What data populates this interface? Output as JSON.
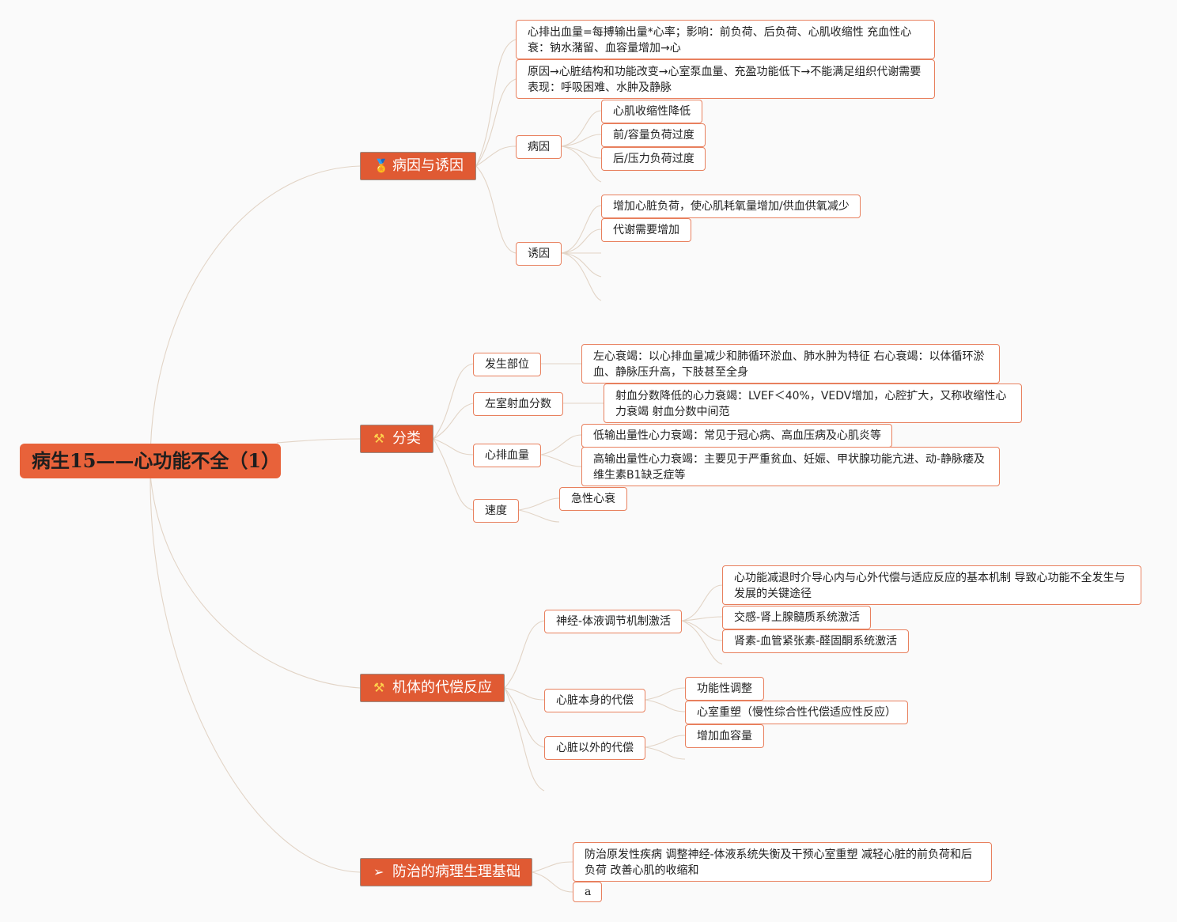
{
  "root": {
    "title": "病生15——心功能不全（1）"
  },
  "branches": [
    {
      "label": "病因与诱因",
      "icon": "award-icon",
      "items": [
        "心排出血量=每搏输出量*心率；影响：前负荷、后负荷、心肌收缩性 充血性心衰：钠水潴留、血容量增加→心",
        "原因→心脏结构和功能改变→心室泵血量、充盈功能低下→不能满足组织代谢需要 表现：呼吸困难、水肿及静脉",
        {
          "label": "病因",
          "children": [
            "心肌收缩性降低",
            "前/容量负荷过度",
            "后/压力负荷过度"
          ]
        },
        {
          "label": "诱因",
          "children": [
            "增加心脏负荷，使心肌耗氧量增加/供血供氧减少",
            "代谢需要增加"
          ]
        }
      ]
    },
    {
      "label": "分类",
      "icon": "tools-icon",
      "items": [
        {
          "label": "发生部位",
          "children": [
            "左心衰竭：以心排血量减少和肺循环淤血、肺水肿为特征 右心衰竭：以体循环淤血、静脉压升高，下肢甚至全身"
          ]
        },
        {
          "label": "左室射血分数",
          "children": [
            "射血分数降低的心力衰竭：LVEF＜40%，VEDV增加，心腔扩大，又称收缩性心力衰竭 射血分数中间范"
          ]
        },
        {
          "label": "心排血量",
          "children": [
            "低输出量性心力衰竭：常见于冠心病、高血压病及心肌炎等",
            "高输出量性心力衰竭：主要见于严重贫血、妊娠、甲状腺功能亢进、动-静脉瘘及维生素B1缺乏症等"
          ]
        },
        {
          "label": "速度",
          "children": [
            "急性心衰"
          ]
        }
      ]
    },
    {
      "label": "机体的代偿反应",
      "icon": "tools-icon",
      "items": [
        {
          "label": "神经-体液调节机制激活",
          "children": [
            "心功能减退时介导心内与心外代偿与适应反应的基本机制 导致心功能不全发生与发展的关键途径",
            "交感-肾上腺髓质系统激活",
            "肾素-血管紧张素-醛固酮系统激活"
          ]
        },
        {
          "label": "心脏本身的代偿",
          "children": [
            "功能性调整",
            "心室重塑（慢性综合性代偿适应性反应）"
          ]
        },
        {
          "label": "心脏以外的代偿",
          "children": [
            "增加血容量"
          ]
        }
      ]
    },
    {
      "label": "防治的病理生理基础",
      "icon": "send-icon",
      "items": [
        "防治原发性疾病 调整神经-体液系统失衡及干预心室重塑 减轻心脏的前负荷和后负荷 改善心肌的收缩和",
        "a"
      ]
    }
  ]
}
